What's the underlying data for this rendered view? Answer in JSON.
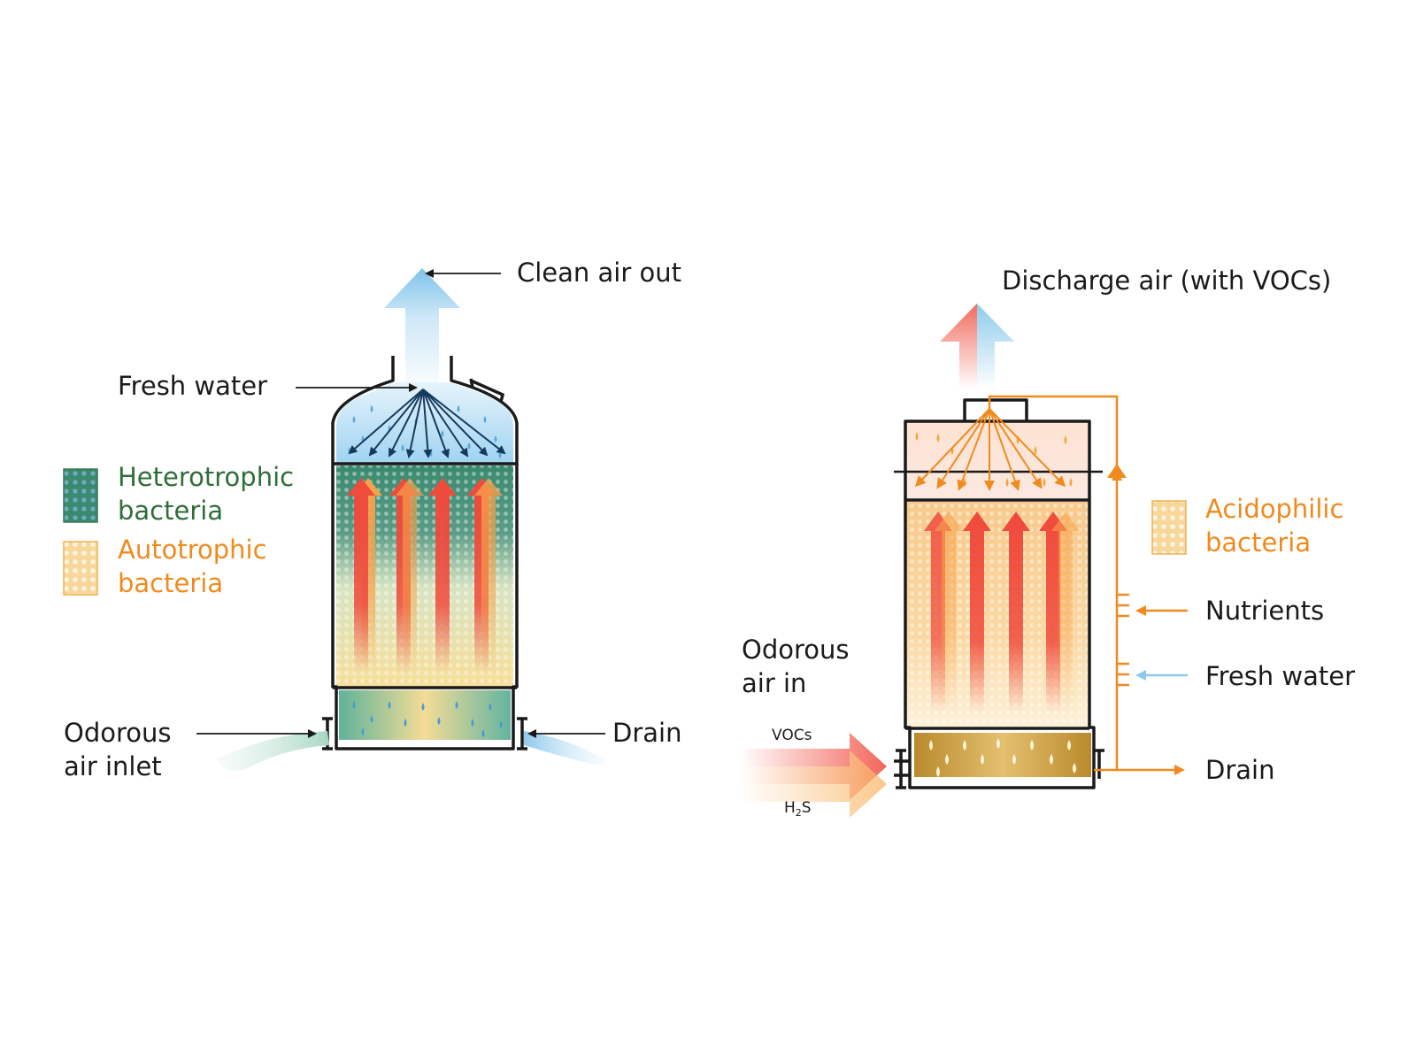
{
  "left_diagram": {
    "labels": {
      "clean_air_out": "Clean air out",
      "fresh_water": "Fresh water",
      "odorous_air_inlet_line1": "Odorous",
      "odorous_air_inlet_line2": "air inlet",
      "drain": "Drain"
    },
    "legend": {
      "heterotrophic_line1": "Heterotrophic",
      "heterotrophic_line2": "bacteria",
      "autotrophic_line1": "Autotrophic",
      "autotrophic_line2": "bacteria"
    }
  },
  "right_diagram": {
    "labels": {
      "discharge_air": "Discharge air (with VOCs)",
      "odorous_air_in_line1": "Odorous",
      "odorous_air_in_line2": "air in",
      "vocs": "VOCs",
      "h2s_main": "H",
      "h2s_sub": "2",
      "h2s_end": "S",
      "nutrients": "Nutrients",
      "fresh_water": "Fresh water",
      "drain": "Drain"
    },
    "legend": {
      "acidophilic_line1": "Acidophilic",
      "acidophilic_line2": "bacteria"
    }
  },
  "colors": {
    "green_text": "#2f6e38",
    "orange_text": "#f08a1e",
    "outline": "#1a1a1a",
    "water_blue": "#8fc9ec",
    "arrow_red": "#f04a3c",
    "arrow_orange": "#f7a24a"
  }
}
